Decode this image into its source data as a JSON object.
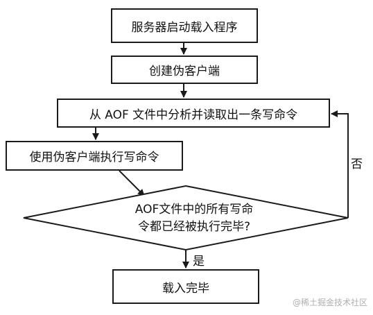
{
  "diagram": {
    "steps": {
      "start": "服务器启动载入程序",
      "create_client": "创建伪客户端",
      "read_command": "从 AOF 文件中分析并读取出一条写命令",
      "execute": "使用伪客户端执行写命令",
      "done": "载入完毕"
    },
    "decision": {
      "line1": "AOF文件中的所有写命",
      "line2": "令都已经被执行完毕?"
    },
    "edge_labels": {
      "no": "否",
      "yes": "是"
    }
  },
  "watermark": "@稀土掘金技术社区"
}
